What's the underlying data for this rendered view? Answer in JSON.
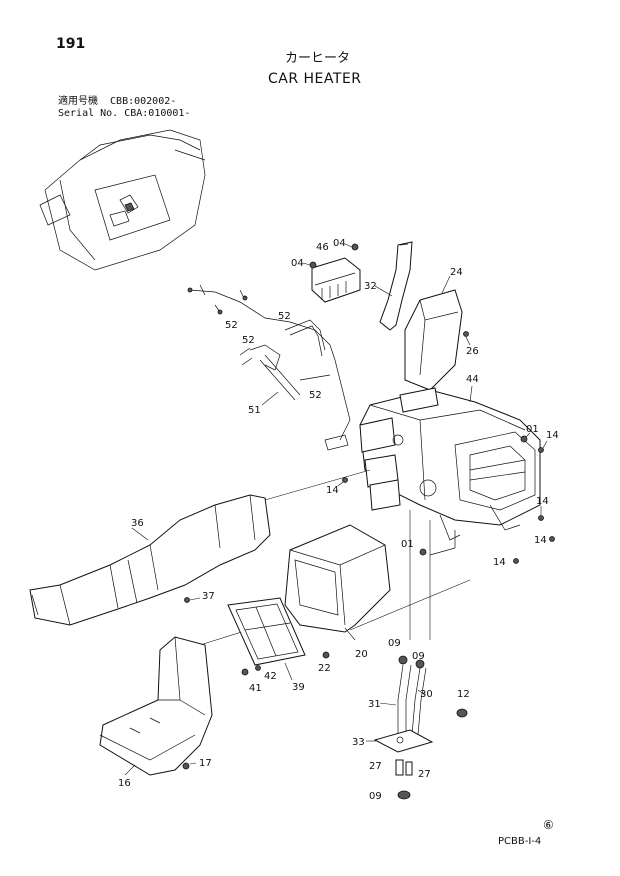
{
  "header": {
    "page_number": "191",
    "title_jp": "カーヒータ",
    "title_en": "CAR HEATER",
    "serial_lines": [
      "適用号機  CBB:002002-",
      "Serial No. CBA:010001-"
    ]
  },
  "callouts": {
    "p46": "46",
    "p04a": "04",
    "p04b": "04",
    "p32": "32",
    "p24": "24",
    "p52a": "52",
    "p52b": "52",
    "p52c": "52",
    "p26": "26",
    "p44": "44",
    "p51": "51",
    "p01a": "01",
    "p14a": "14",
    "p14b": "14",
    "p36": "36",
    "p14c": "14",
    "p01b": "01",
    "p14d": "14",
    "p14e": "14",
    "p37": "37",
    "p09a": "09",
    "p09b": "09",
    "p22": "22",
    "p20": "20",
    "p12": "12",
    "p42": "42",
    "p41": "41",
    "p39": "39",
    "p31": "31",
    "p30": "30",
    "p33": "33",
    "p27a": "27",
    "p27b": "27",
    "p17": "17",
    "p16": "16",
    "p09c": "09"
  },
  "footer": {
    "watermark": "⑥",
    "page_code": "PCBB-I-4"
  }
}
